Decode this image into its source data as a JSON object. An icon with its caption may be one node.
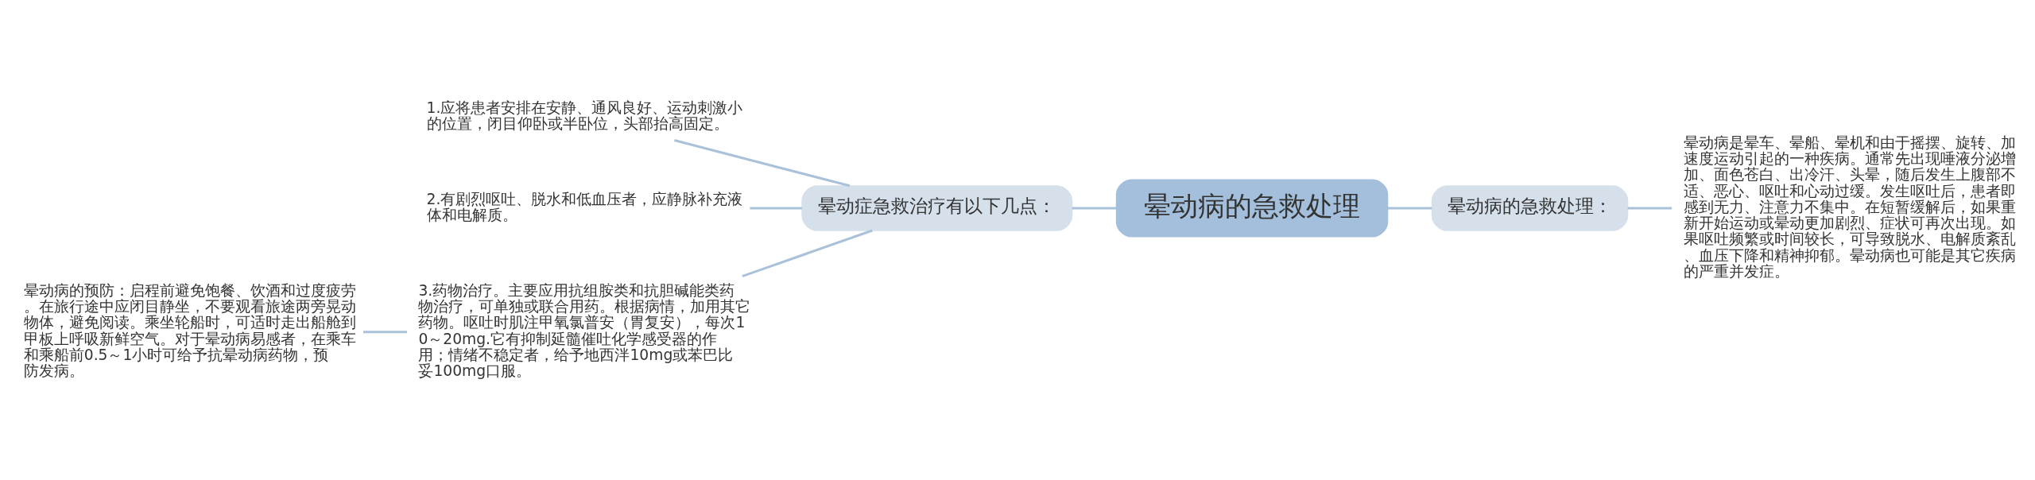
{
  "diagram": {
    "nodes": [
      {
        "text": [
          "晕动病的急救处理"
        ]
      },
      {
        "text": [
          "晕动症急救治疗有以下几点："
        ]
      },
      {
        "text": [
          "1.应将患者安排在安静、通风良好、运动刺激小的位置，闭目仰卧或半卧位，头部抬高固定。"
        ]
      },
      {
        "text": [
          "2.有剧烈呕吐、脱水和低血压者，应静脉补充液体和电解质。"
        ]
      },
      {
        "text": [
          "3.药物治疗。主要应用抗组胺类和抗胆碱能类药物治疗，可单独或联合用药。根据病情，加用其它药物。呕吐时肌注甲氧氯普安（胃复安），每次10～20mg.它有抑制延髓催吐化学感受器的作用；情绪不稳定者，给予地西泮10mg或苯巴比妥100mg口服。"
        ]
      },
      {
        "text": [
          "晕动病的预防：启程前避免饱餐、饮酒和过度疲劳。在旅行途中应闭目静坐，不要观看旅途两旁晃动物体，避免阅读。乘坐轮船时，可适时走出船舱到甲板上呼吸新鲜空气。对于晕动病易感者，在乘车和乘船前0.5～1小时可给予抗晕动病药物，预防发病。"
        ]
      },
      {
        "text": [
          "晕动病的急救处理："
        ]
      },
      {
        "text": [
          "晕动病是晕车、晕船、晕机和由于摇摆、旋转、加速度运动引起的一种疾病。通常先出现唾液分泌增加、面色苍白、出冷汗、头晕，随后发生上腹部不适、恶心、呕吐和心动过缓。发生呕吐后，患者即感到无力、注意力不集中。在短暂缓解后，如果重新开始运动或晕动更加剧烈、症状可再次出现。如果呕吐频繁或时间较长，可导致脱水、电解质紊乱、血压下降和精神抑郁。晕动病也可能是其它疾病的严重并发症。"
        ]
      }
    ],
    "edges": [
      {
        "from": 0,
        "to": 1,
        "arrow": "none"
      },
      {
        "from": 1,
        "to": 2,
        "arrow": "none"
      },
      {
        "from": 1,
        "to": 3,
        "arrow": "none"
      },
      {
        "from": 1,
        "to": 4,
        "arrow": "none"
      },
      {
        "from": 4,
        "to": 5,
        "arrow": "none"
      },
      {
        "from": 0,
        "to": 6,
        "arrow": "none"
      },
      {
        "from": 6,
        "to": 7,
        "arrow": "none"
      }
    ]
  }
}
